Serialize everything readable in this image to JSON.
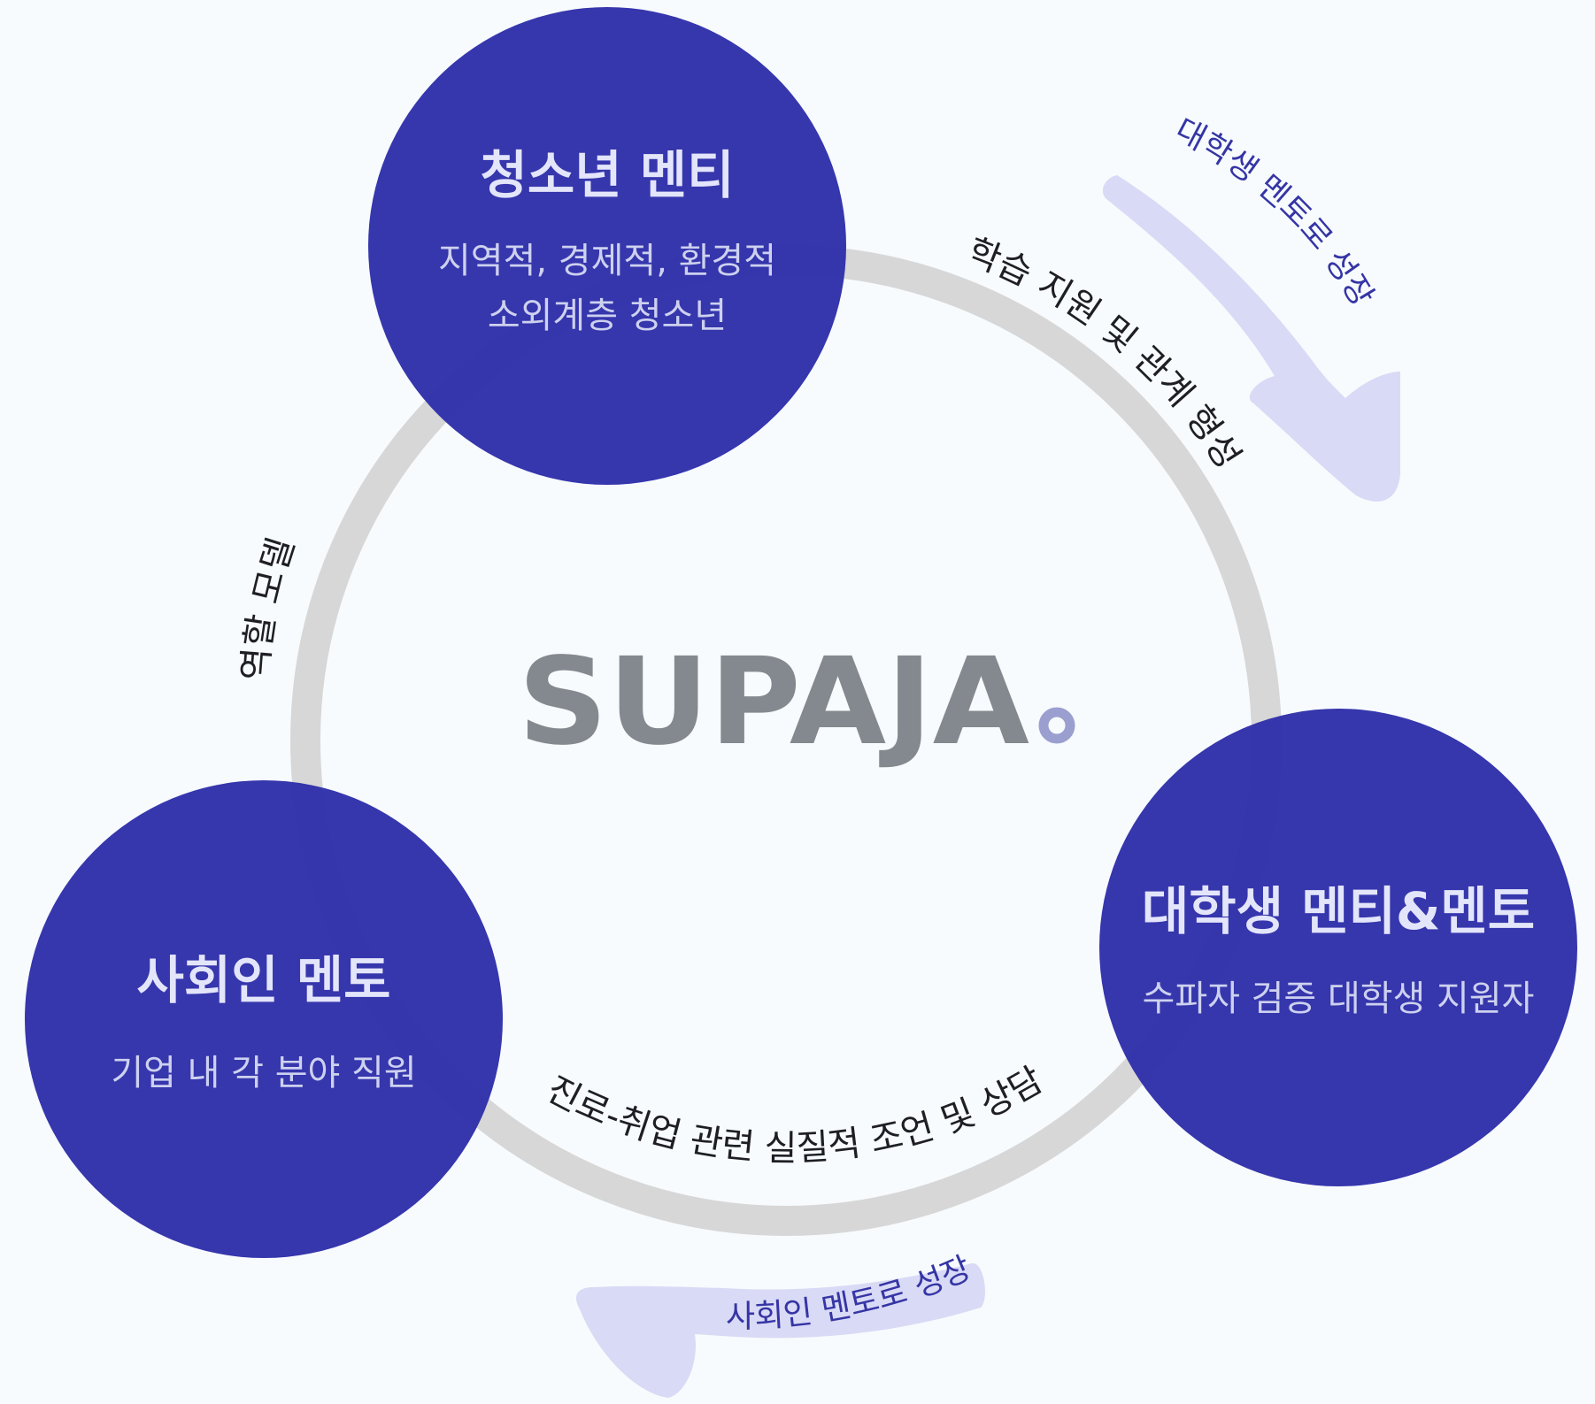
{
  "logo": {
    "text": "SUPAJA",
    "dot_color": "#9b9fcf",
    "text_color": "#84898f"
  },
  "colors": {
    "node": "#2f2faa",
    "ring": "#d7d7d7",
    "growth_arrow": "#d9daf5"
  },
  "nodes": {
    "top": {
      "title": "청소년 멘티",
      "desc_line1": "지역적, 경제적, 환경적",
      "desc_line2": "소외계층 청소년"
    },
    "right": {
      "title": "대학생 멘티&멘토",
      "desc_line1": "수파자 검증 대학생 지원자"
    },
    "left": {
      "title": "사회인 멘토",
      "desc_line1": "기업 내 각 분야 직원"
    }
  },
  "arc_labels": {
    "top_right": "학습 지원 및 관계 형성",
    "bottom": "진로-취업 관련 실질적 조언 및 상담",
    "left": "역할 모델"
  },
  "growth_labels": {
    "to_university": "대학생 멘토로 성장",
    "to_professional": "사회인 멘토로 성장"
  }
}
